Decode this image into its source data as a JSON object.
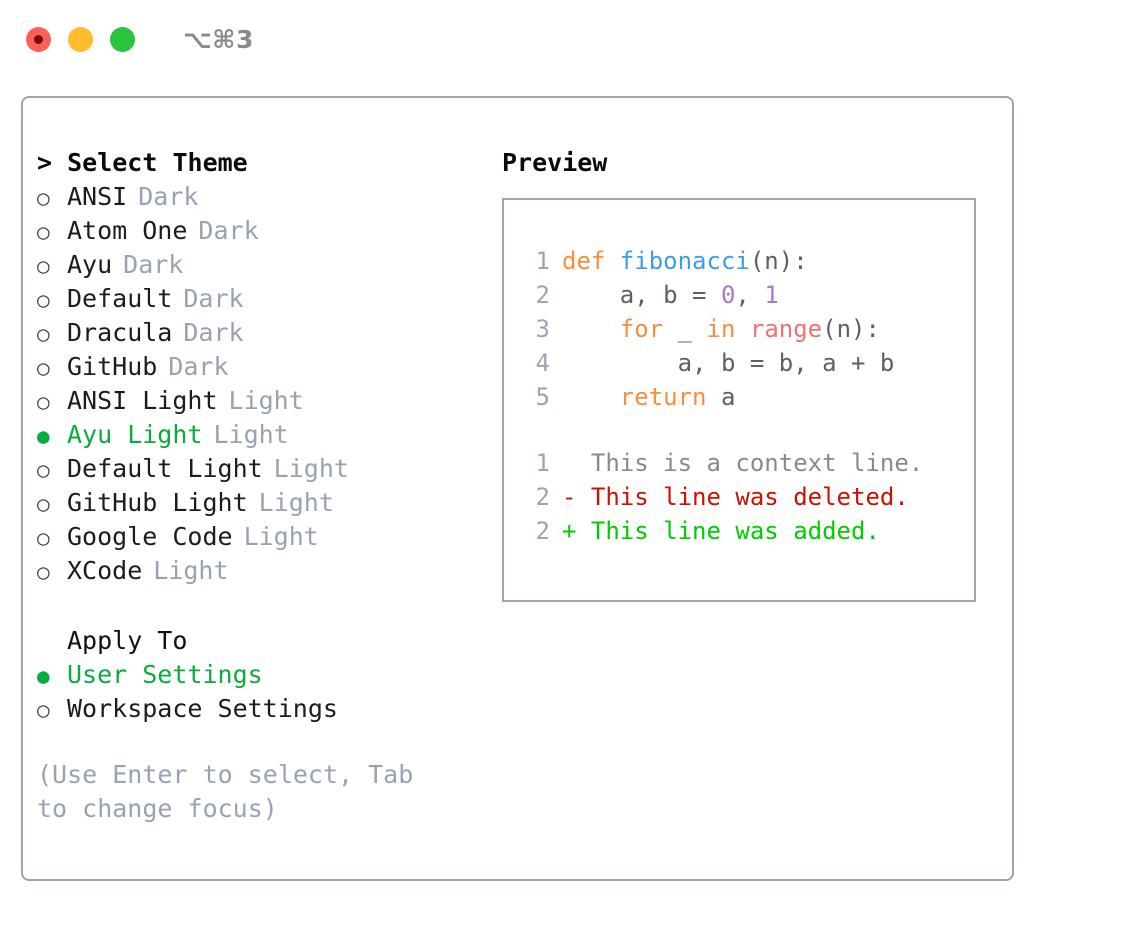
{
  "titlebar": {
    "shortcut": "⌥⌘3",
    "lights": [
      {
        "name": "close-button",
        "color": "#fc6158"
      },
      {
        "name": "minimize-button",
        "color": "#febc2e"
      },
      {
        "name": "maximize-button",
        "color": "#29c53e"
      }
    ]
  },
  "theme_list": {
    "header": "> Select Theme",
    "items": [
      {
        "marker": "○",
        "label": "ANSI",
        "variant": "Dark",
        "selected": false
      },
      {
        "marker": "○",
        "label": "Atom One",
        "variant": "Dark",
        "selected": false
      },
      {
        "marker": "○",
        "label": "Ayu",
        "variant": "Dark",
        "selected": false
      },
      {
        "marker": "○",
        "label": "Default",
        "variant": "Dark",
        "selected": false
      },
      {
        "marker": "○",
        "label": "Dracula",
        "variant": "Dark",
        "selected": false
      },
      {
        "marker": "○",
        "label": "GitHub",
        "variant": "Dark",
        "selected": false
      },
      {
        "marker": "○",
        "label": "ANSI Light",
        "variant": "Light",
        "selected": false
      },
      {
        "marker": "●",
        "label": "Ayu Light",
        "variant": "Light",
        "selected": true
      },
      {
        "marker": "○",
        "label": "Default Light",
        "variant": "Light",
        "selected": false
      },
      {
        "marker": "○",
        "label": "GitHub Light",
        "variant": "Light",
        "selected": false
      },
      {
        "marker": "○",
        "label": "Google Code",
        "variant": "Light",
        "selected": false
      },
      {
        "marker": "○",
        "label": "XCode",
        "variant": "Light",
        "selected": false
      }
    ]
  },
  "apply_to": {
    "header": "Apply To",
    "items": [
      {
        "marker": "●",
        "label": "User Settings",
        "selected": true
      },
      {
        "marker": "○",
        "label": "Workspace Settings",
        "selected": false
      }
    ]
  },
  "hint": "(Use Enter to select, Tab to change focus)",
  "preview": {
    "title": "Preview",
    "code_lines": [
      {
        "no": "1",
        "tokens": [
          {
            "t": "def ",
            "c": "kw"
          },
          {
            "t": "fibonacci",
            "c": "fn"
          },
          {
            "t": "(n):",
            "c": "plain"
          }
        ]
      },
      {
        "no": "2",
        "tokens": [
          {
            "t": "    a, b = ",
            "c": "plain"
          },
          {
            "t": "0",
            "c": "num"
          },
          {
            "t": ", ",
            "c": "plain"
          },
          {
            "t": "1",
            "c": "num"
          }
        ]
      },
      {
        "no": "3",
        "tokens": [
          {
            "t": "    ",
            "c": "plain"
          },
          {
            "t": "for",
            "c": "kw"
          },
          {
            "t": " _ ",
            "c": "plain"
          },
          {
            "t": "in",
            "c": "kw"
          },
          {
            "t": " ",
            "c": "plain"
          },
          {
            "t": "range",
            "c": "builtin"
          },
          {
            "t": "(n):",
            "c": "plain"
          }
        ]
      },
      {
        "no": "4",
        "tokens": [
          {
            "t": "        a, b = b, a + b",
            "c": "plain"
          }
        ]
      },
      {
        "no": "5",
        "tokens": [
          {
            "t": "    ",
            "c": "plain"
          },
          {
            "t": "return",
            "c": "kw"
          },
          {
            "t": " a",
            "c": "plain"
          }
        ]
      }
    ],
    "diff_lines": [
      {
        "no": "1",
        "sign": " ",
        "text": " This is a context line.",
        "kind": "context"
      },
      {
        "no": "2",
        "sign": "-",
        "text": " This line was deleted.",
        "kind": "del"
      },
      {
        "no": "2",
        "sign": "+",
        "text": " This line was added.",
        "kind": "add"
      }
    ]
  },
  "colors": {
    "accent_green": "#0bab3f",
    "muted": "#99a2b2",
    "border": "#9aa5b4",
    "keyword": "#fa8d3e",
    "function": "#3a9ee8",
    "number": "#a37acc",
    "builtin": "#f07171",
    "diff_deleted": "#cc1100",
    "diff_added": "#00cc00"
  }
}
